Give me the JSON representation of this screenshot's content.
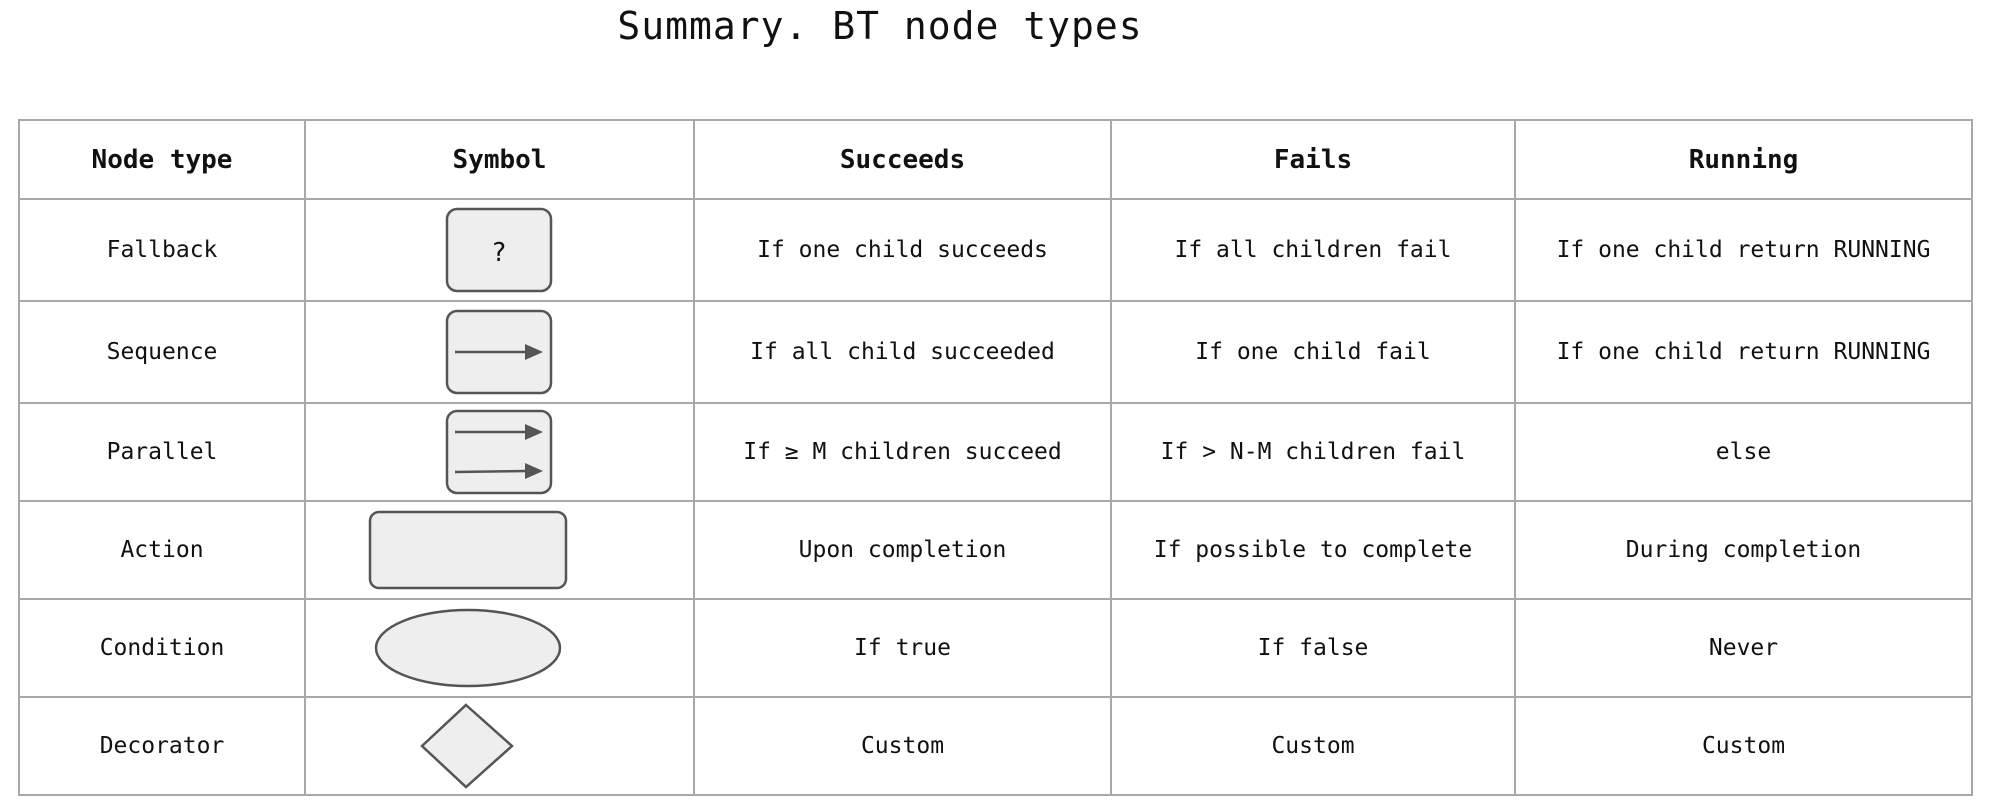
{
  "title": "Summary. BT node types",
  "headers": [
    "Node type",
    "Symbol",
    "Succeeds",
    "Fails",
    "Running"
  ],
  "rows": [
    {
      "node_type": "Fallback",
      "symbol": "question-box",
      "symbol_text": "?",
      "succeeds": "If one child succeeds",
      "fails": "If all children fail",
      "running": "If one child return RUNNING"
    },
    {
      "node_type": "Sequence",
      "symbol": "arrow-box",
      "succeeds": "If all child succeeded",
      "fails": "If one child fail",
      "running": "If one child return RUNNING"
    },
    {
      "node_type": "Parallel",
      "symbol": "double-arrow-box",
      "succeeds": "If ≥ M children succeed",
      "fails": "If > N-M children fail",
      "running": "else"
    },
    {
      "node_type": "Action",
      "symbol": "rectangle",
      "succeeds": "Upon completion",
      "fails": "If possible to complete",
      "running": "During completion"
    },
    {
      "node_type": "Condition",
      "symbol": "ellipse",
      "succeeds": "If true",
      "fails": "If false",
      "running": "Never"
    },
    {
      "node_type": "Decorator",
      "symbol": "diamond",
      "succeeds": "Custom",
      "fails": "Custom",
      "running": "Custom"
    }
  ],
  "colors": {
    "border": "#a8a8a8",
    "symbol_fill": "#eeeeee",
    "symbol_stroke": "#555555"
  }
}
